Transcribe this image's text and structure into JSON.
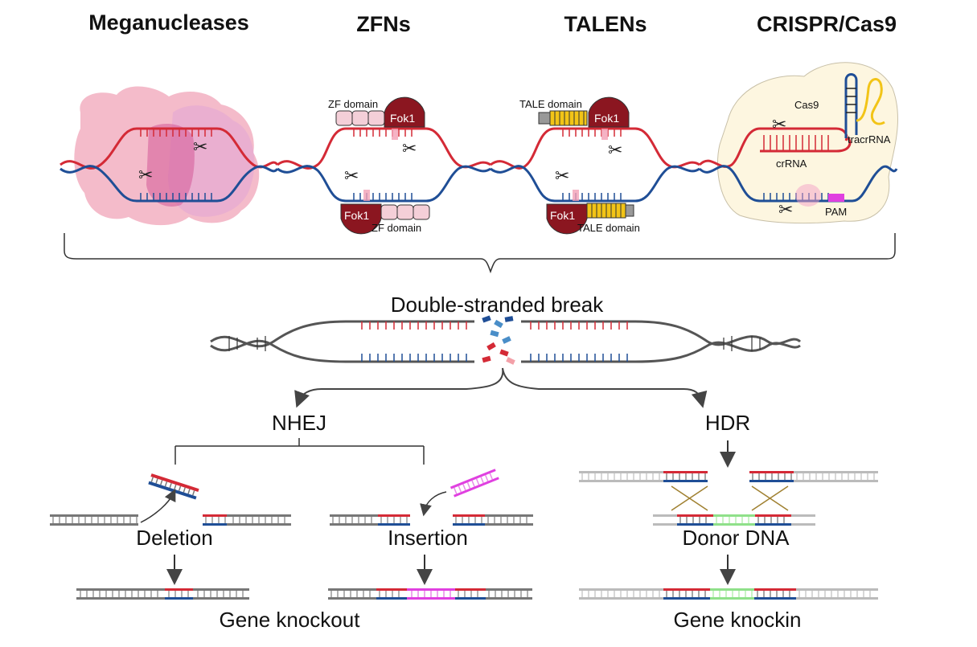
{
  "titles": {
    "meganucleases": "Meganucleases",
    "zfns": "ZFNs",
    "talens": "TALENs",
    "crispr": "CRISPR/Cas9"
  },
  "labels": {
    "zf_domain": "ZF domain",
    "fok1": "Fok1",
    "tale_domain": "TALE domain",
    "cas9": "Cas9",
    "tracrrna": "tracrRNA",
    "crrna": "crRNA",
    "pam": "PAM",
    "dsb": "Double-stranded break",
    "nhej": "NHEJ",
    "hdr": "HDR",
    "deletion": "Deletion",
    "insertion": "Insertion",
    "donor_dna": "Donor DNA",
    "gene_knockout": "Gene knockout",
    "gene_knockin": "Gene knockin"
  },
  "colors": {
    "dna_top": "#d42a36",
    "dna_bottom": "#1f4e96",
    "fok1": "#8b1620",
    "tale_yellow": "#f2c417",
    "zf_box": "#f4cfd8",
    "insert_magenta": "#e040e0",
    "donor_green": "#8fe08a",
    "cas9_bg": "#fdf6e0",
    "gray_dna": "#777777"
  }
}
